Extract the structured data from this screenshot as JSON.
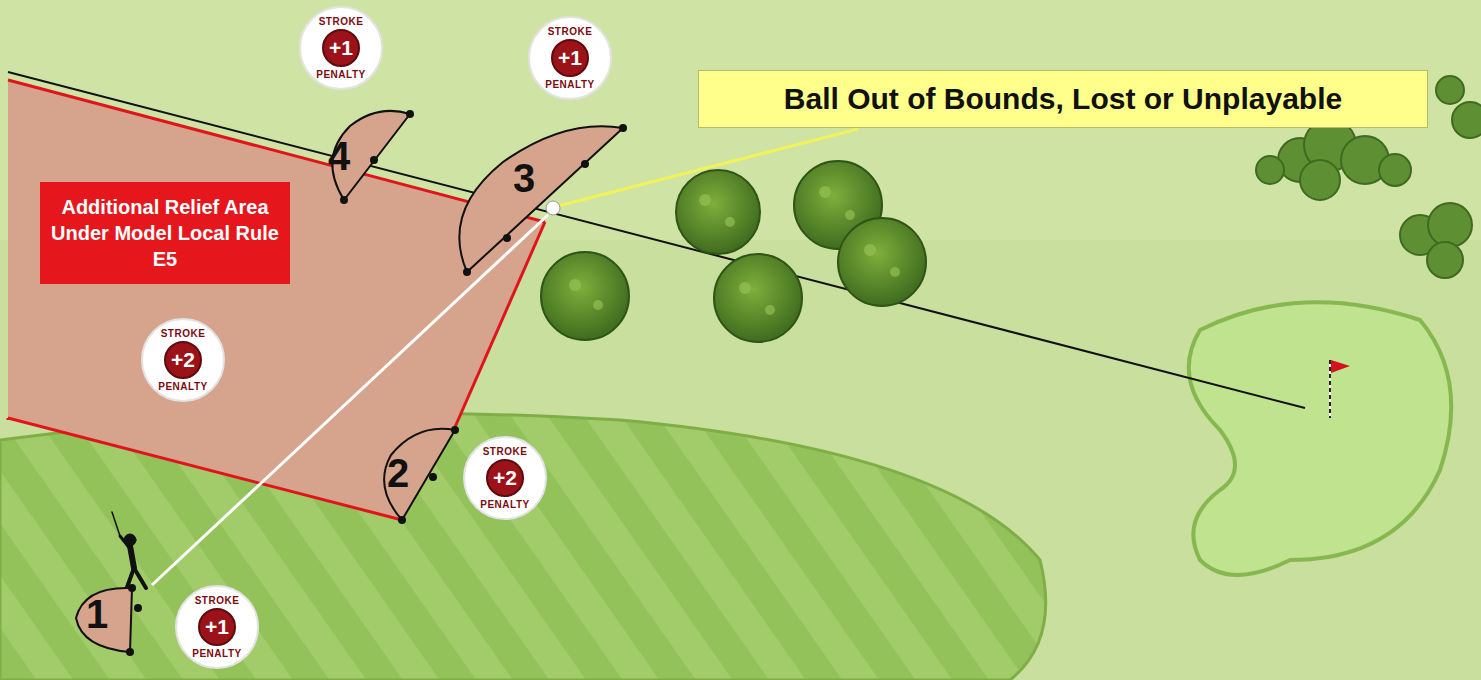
{
  "diagram": {
    "nodes": [
      {
        "text": [
          "STROKE",
          "+1",
          "PENALTY"
        ]
      },
      {
        "text": [
          "STROKE",
          "+1",
          "PENALTY"
        ]
      },
      {
        "text": [
          "Ball Out of Bounds, Lost or Unplayable"
        ]
      },
      {
        "text": [
          "4"
        ]
      },
      {
        "text": [
          "3"
        ]
      },
      {
        "text": [
          "Additional Relief Area Under Model Local Rule E5"
        ]
      },
      {
        "text": [
          "STROKE",
          "+2",
          "PENALTY"
        ]
      },
      {
        "text": [
          "2"
        ]
      },
      {
        "text": [
          "STROKE",
          "+2",
          "PENALTY"
        ]
      },
      {
        "text": [
          "1"
        ]
      },
      {
        "text": [
          "STROKE",
          "+1",
          "PENALTY"
        ]
      }
    ]
  }
}
